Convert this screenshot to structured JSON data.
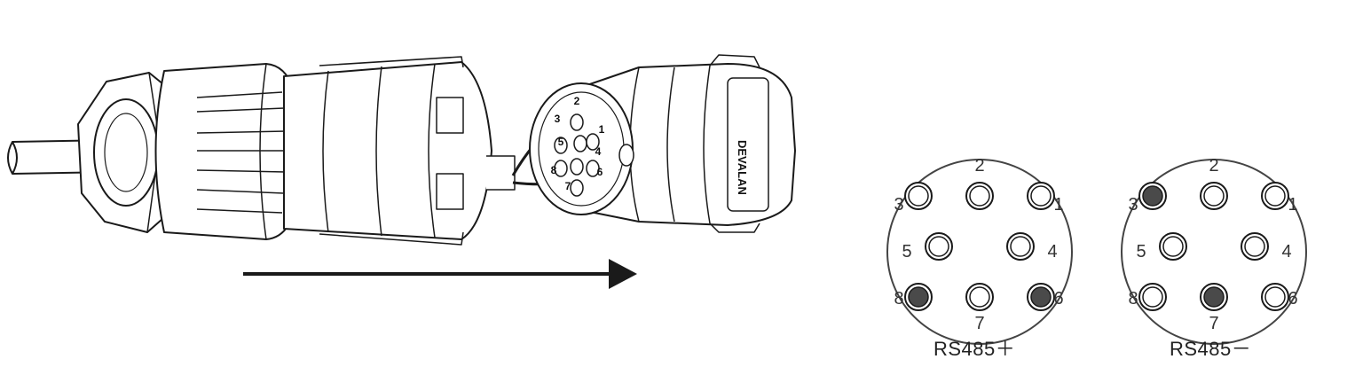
{
  "brand_text": "DEVALAN",
  "connector": {
    "small_pin_labels": [
      "1",
      "2",
      "3",
      "4",
      "5",
      "6",
      "7",
      "8"
    ]
  },
  "diagrams": [
    {
      "caption": "RS485＋",
      "pins": [
        {
          "label": "1",
          "filled": false
        },
        {
          "label": "2",
          "filled": false
        },
        {
          "label": "3",
          "filled": false
        },
        {
          "label": "4",
          "filled": false
        },
        {
          "label": "5",
          "filled": false
        },
        {
          "label": "6",
          "filled": true
        },
        {
          "label": "7",
          "filled": false
        },
        {
          "label": "8",
          "filled": true
        }
      ]
    },
    {
      "caption": "RS485－",
      "pins": [
        {
          "label": "1",
          "filled": false
        },
        {
          "label": "2",
          "filled": false
        },
        {
          "label": "3",
          "filled": true
        },
        {
          "label": "4",
          "filled": false
        },
        {
          "label": "5",
          "filled": false
        },
        {
          "label": "6",
          "filled": false
        },
        {
          "label": "7",
          "filled": true
        },
        {
          "label": "8",
          "filled": false
        }
      ]
    }
  ],
  "colors": {
    "line": "#1a1a1a",
    "filled_pin": "#4a4a4a",
    "face_ring": "#444444"
  }
}
